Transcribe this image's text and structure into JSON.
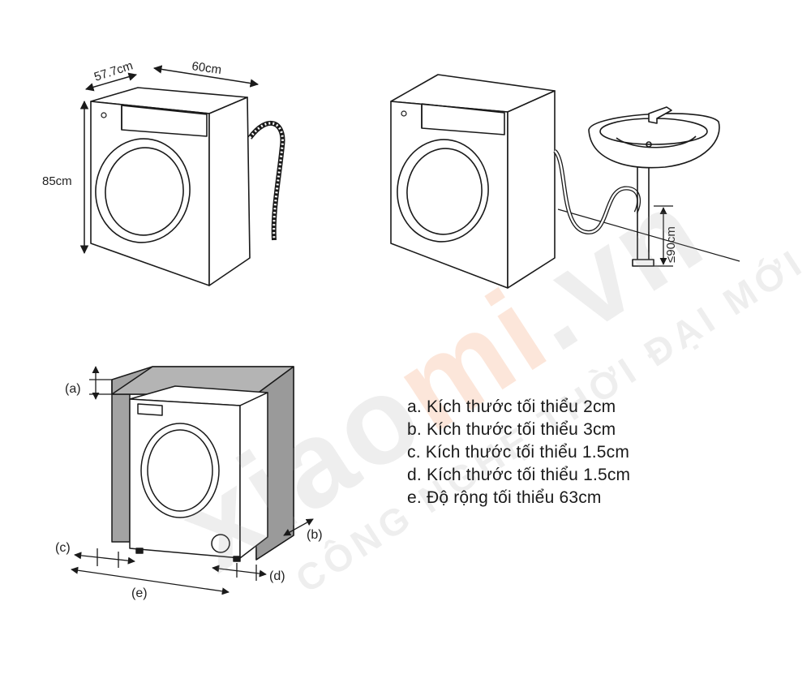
{
  "dimensions": {
    "depth": "57.7cm",
    "width": "60cm",
    "height": "85cm",
    "drain_height": "≤90cm"
  },
  "clearance_labels": {
    "a": "(a)",
    "b": "(b)",
    "c": "(c)",
    "d": "(d)",
    "e": "(e)"
  },
  "notes": [
    "a. Kích thước tối thiểu 2cm",
    "b. Kích thước tối thiểu 3cm",
    "c. Kích thước tối thiểu 1.5cm",
    "d. Kích thước tối thiểu 1.5cm",
    "e. Độ rộng tối thiểu 63cm"
  ],
  "watermark": {
    "brand_prefix": "xiao",
    "brand_accent": "mi",
    "brand_suffix": ".vn",
    "slogan": "CÔNG NGHỆ THỜI ĐẠI MỚI"
  },
  "colors": {
    "line": "#1a1a1a",
    "wall_fill": "#a3a3a3",
    "accent": "#f29a6a"
  }
}
